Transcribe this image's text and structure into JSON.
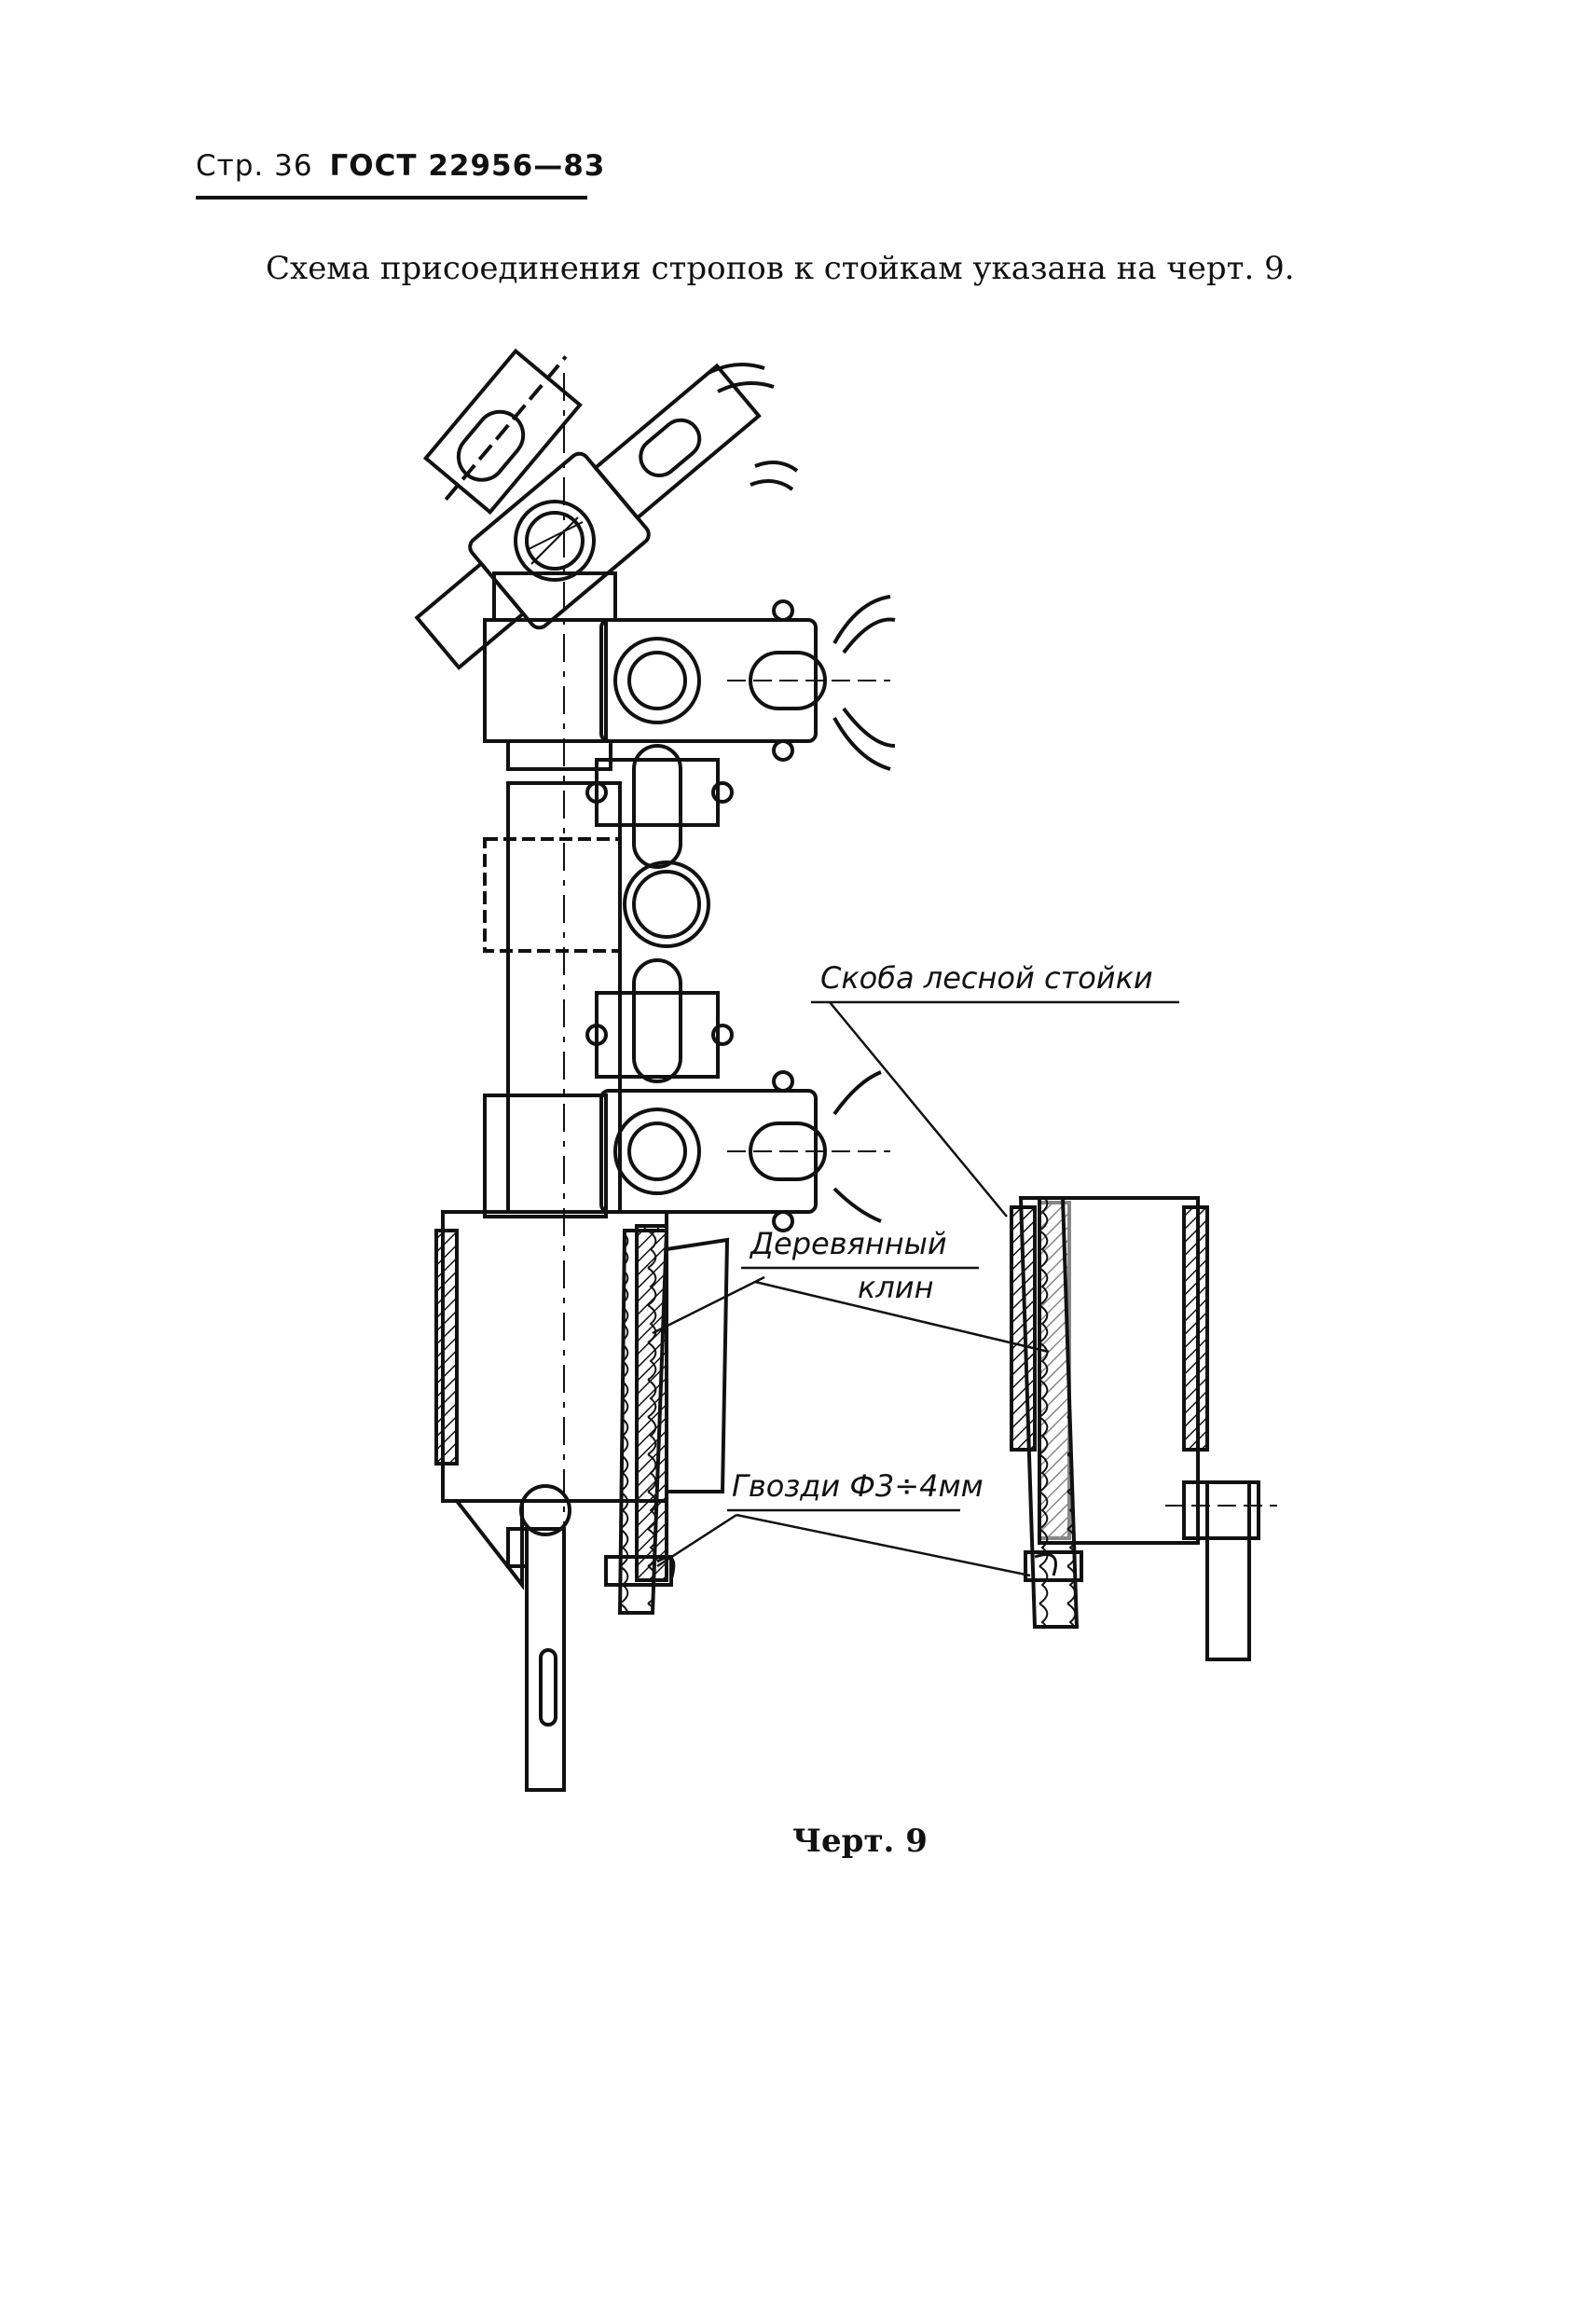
{
  "header": {
    "page_label": "Стр. 36",
    "standard": "ГОСТ 22956—83"
  },
  "intro_text": "Схема присоединения стропов к стойкам указана на черт. 9.",
  "diagram": {
    "labels": {
      "bracket": "Скоба лесной стойки",
      "wedge_line1": "Деревянный",
      "wedge_line2": "клин",
      "nails": "Гвозди Ф3÷4мм"
    }
  },
  "caption": "Черт. 9"
}
